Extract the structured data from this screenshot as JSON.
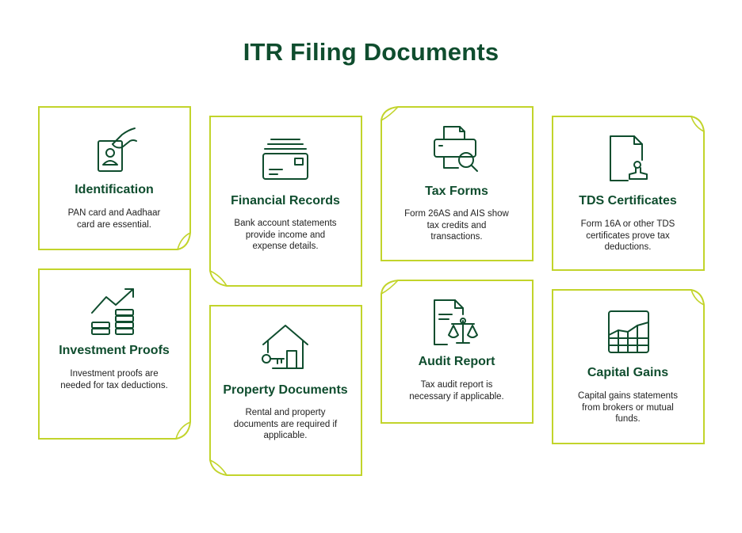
{
  "title": "ITR Filing Documents",
  "colors": {
    "title": "#0f4d2e",
    "border": "#c2d42b",
    "text": "#222222"
  },
  "cards": [
    {
      "id": "identification",
      "icon": "id-card-hand-icon",
      "title": "Identification",
      "desc": "PAN card and Aadhaar card are essential."
    },
    {
      "id": "financial",
      "icon": "card-stack-icon",
      "title": "Financial Records",
      "desc": "Bank account statements provide income and expense details."
    },
    {
      "id": "taxforms",
      "icon": "printer-search-icon",
      "title": "Tax Forms",
      "desc": "Form 26AS and AIS show tax credits and transactions."
    },
    {
      "id": "tds",
      "icon": "document-stamp-icon",
      "title": "TDS Certificates",
      "desc": "Form 16A or other TDS certificates prove tax deductions."
    },
    {
      "id": "investment",
      "icon": "growth-coins-icon",
      "title": "Investment Proofs",
      "desc": "Investment proofs are needed for tax deductions."
    },
    {
      "id": "property",
      "icon": "house-key-icon",
      "title": "Property Documents",
      "desc": "Rental and property documents are required if applicable."
    },
    {
      "id": "audit",
      "icon": "document-scale-icon",
      "title": "Audit Report",
      "desc": "Tax audit report is necessary if applicable."
    },
    {
      "id": "capital",
      "icon": "chart-grid-icon",
      "title": "Capital Gains",
      "desc": "Capital gains statements from brokers or mutual funds."
    }
  ]
}
